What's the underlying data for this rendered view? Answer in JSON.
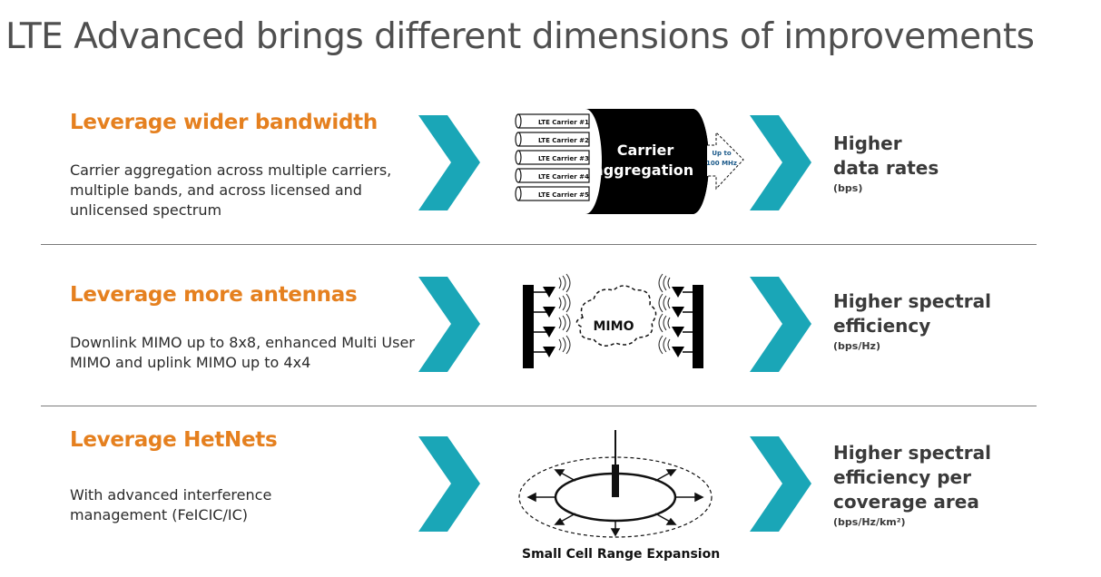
{
  "title": "LTE Advanced brings different dimensions of improvements",
  "rows": [
    {
      "heading": "Leverage wider bandwidth",
      "desc": [
        "Carrier aggregation across multiple carriers,",
        "multiple bands, and across licensed and",
        "unlicensed spectrum"
      ],
      "result": [
        "Higher",
        "data rates"
      ],
      "unit": "(bps)",
      "graphic": {
        "carriers": [
          "LTE Carrier #1",
          "LTE Carrier #2",
          "LTE Carrier #3",
          "LTE Carrier #4",
          "LTE Carrier #5"
        ],
        "label": [
          "Carrier",
          "aggregation"
        ],
        "arrow_label": [
          "Up to",
          "100 MHz"
        ]
      }
    },
    {
      "heading": "Leverage more antennas",
      "desc": [
        "Downlink MIMO up to 8x8, enhanced Multi User",
        "MIMO and uplink MIMO up to 4x4"
      ],
      "result": [
        "Higher spectral",
        "efficiency"
      ],
      "unit": "(bps/Hz)",
      "graphic": {
        "label": "MIMO"
      }
    },
    {
      "heading": "Leverage HetNets",
      "desc": [
        "With advanced interference",
        "management (FeICIC/IC)"
      ],
      "result": [
        "Higher spectral",
        "efficiency per",
        "coverage area"
      ],
      "unit": "(bps/Hz/km²)",
      "graphic": {
        "caption": "Small Cell Range Expansion"
      }
    }
  ],
  "colors": {
    "heading": "#e5801f",
    "chevron": "#1aa6b7",
    "title": "#4f4f4f",
    "text": "#2b2b2b"
  }
}
